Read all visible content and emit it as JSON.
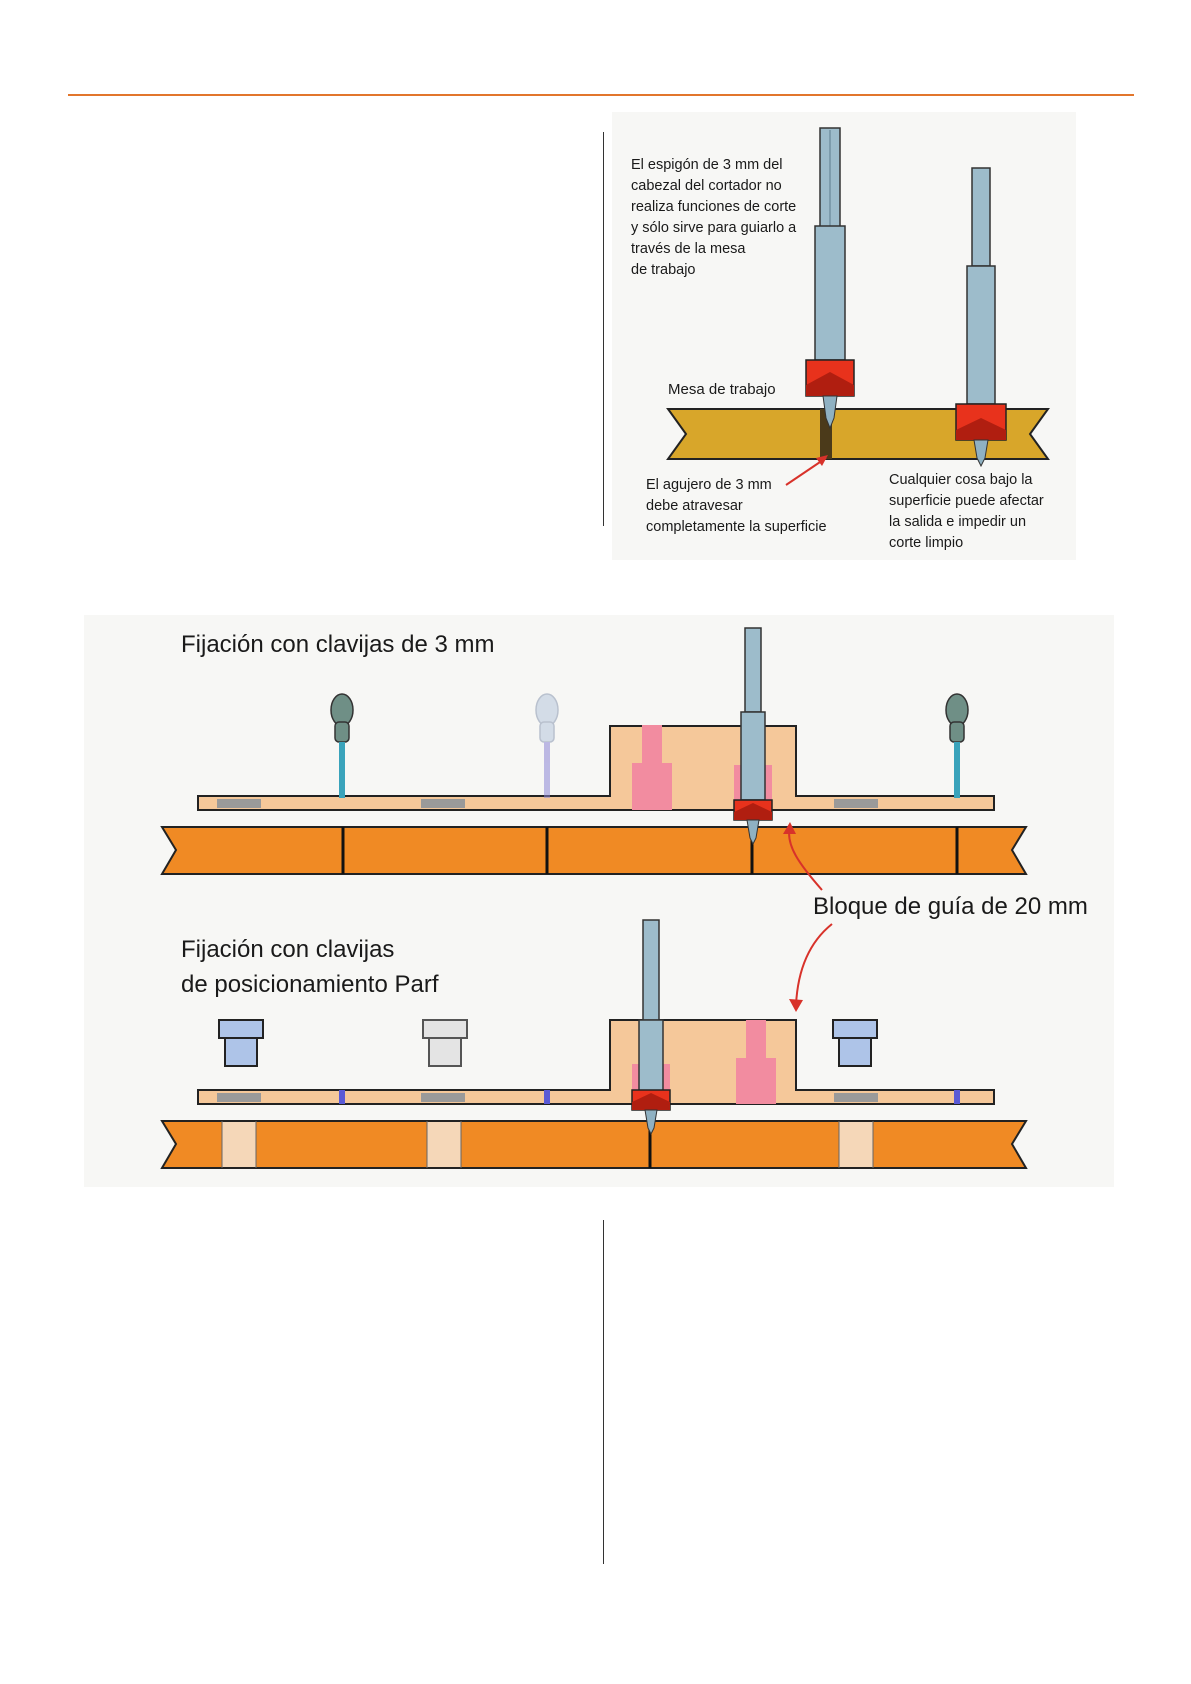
{
  "colors": {
    "accent_rule": "#e2762c",
    "wood_light": "#d8a62a",
    "table_orange": "#f08a24",
    "template_peach": "#f5c89a",
    "guide_pink": "#f28ca0",
    "cutter_red": "#e8321c",
    "shaft_blue": "#8fb1c2"
  },
  "figure_top": {
    "note_spigot": [
      "El espigón de 3 mm del",
      "cabezal del cortador no",
      "realiza funciones de corte",
      "y sólo sirve para guiarlo a",
      "través de la mesa",
      "de trabajo"
    ],
    "label_table": "Mesa de trabajo",
    "note_hole": [
      "El agujero de 3 mm",
      "debe atravesar",
      "completamente la superficie"
    ],
    "note_below": [
      "Cualquier cosa bajo la",
      "superficie puede afectar",
      "la salida e impedir un",
      "corte limpio"
    ]
  },
  "figure_bottom": {
    "title_pins": "Fijación con clavijas de 3 mm",
    "title_parf": [
      "Fijación con clavijas",
      "de posicionamiento Parf"
    ],
    "label_block": "Bloque de guía de 20 mm"
  }
}
